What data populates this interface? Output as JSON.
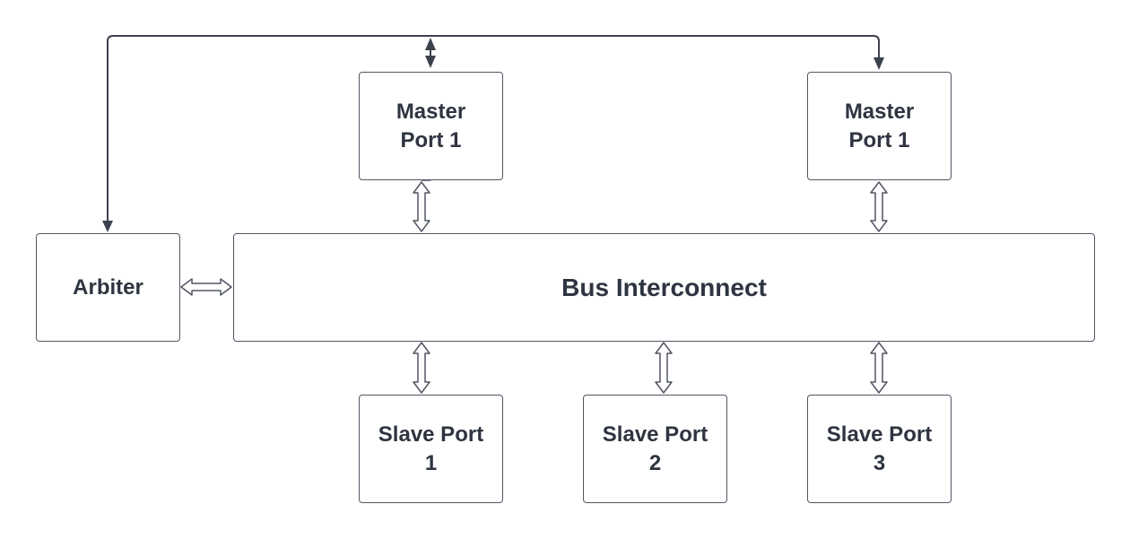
{
  "nodes": {
    "master1": {
      "line1": "Master",
      "line2": "Port 1"
    },
    "master2": {
      "line1": "Master",
      "line2": "Port 1"
    },
    "arbiter": {
      "label": "Arbiter"
    },
    "bus": {
      "label": "Bus Interconnect"
    },
    "slave1": {
      "line1": "Slave Port",
      "line2": "1"
    },
    "slave2": {
      "line1": "Slave Port",
      "line2": "2"
    },
    "slave3": {
      "line1": "Slave Port",
      "line2": "3"
    }
  },
  "colors": {
    "stroke": "#505662",
    "text": "#2e3440",
    "background": "#ffffff"
  }
}
